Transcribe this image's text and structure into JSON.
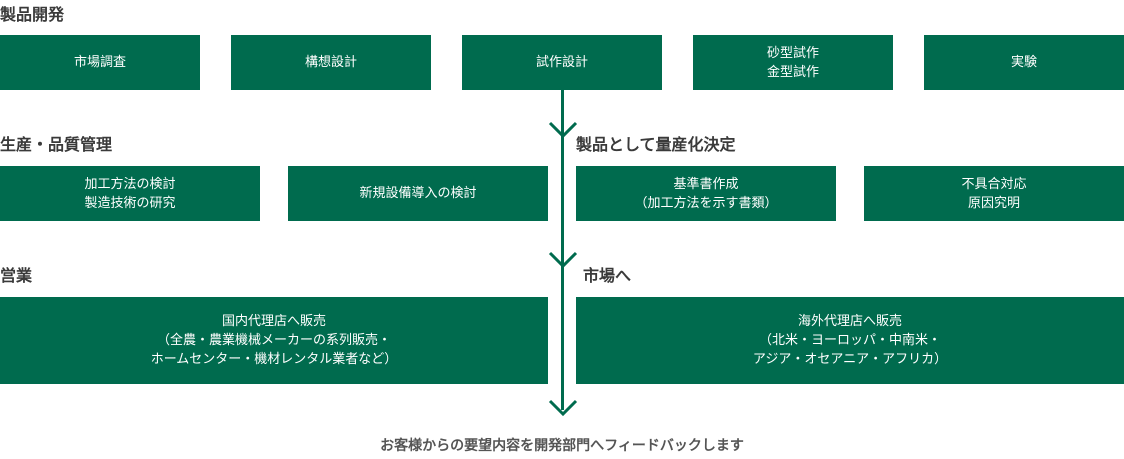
{
  "sections": {
    "product_dev": {
      "heading": "製品開発",
      "boxes": [
        "市場調査",
        "構想設計",
        "試作設計",
        "砂型試作\n金型試作",
        "実験"
      ]
    },
    "production": {
      "heading": "生産・品質管理",
      "boxes": [
        "加工方法の検討\n製造技術の研究",
        "新規設備導入の検討"
      ]
    },
    "mass_production": {
      "heading": "製品として量産化決定",
      "boxes": [
        "基準書作成\n（加工方法を示す書類）",
        "不具合対応\n原因究明"
      ]
    },
    "sales": {
      "heading": "営業",
      "boxes": [
        "国内代理店へ販売\n（全農・農業機械メーカーの系列販売・\nホームセンター・機材レンタル業者など）"
      ]
    },
    "market": {
      "heading": "市場へ",
      "boxes": [
        "海外代理店へ販売\n（北米・ヨーロッパ・中南米・\nアジア・オセアニア・アフリカ）"
      ]
    }
  },
  "footer": "お客様からの要望内容を開発部門へフィードバックします",
  "colors": {
    "box": "#006b4e",
    "box_text": "#ffffff",
    "heading": "#3a3a3a",
    "footer": "#555555"
  }
}
